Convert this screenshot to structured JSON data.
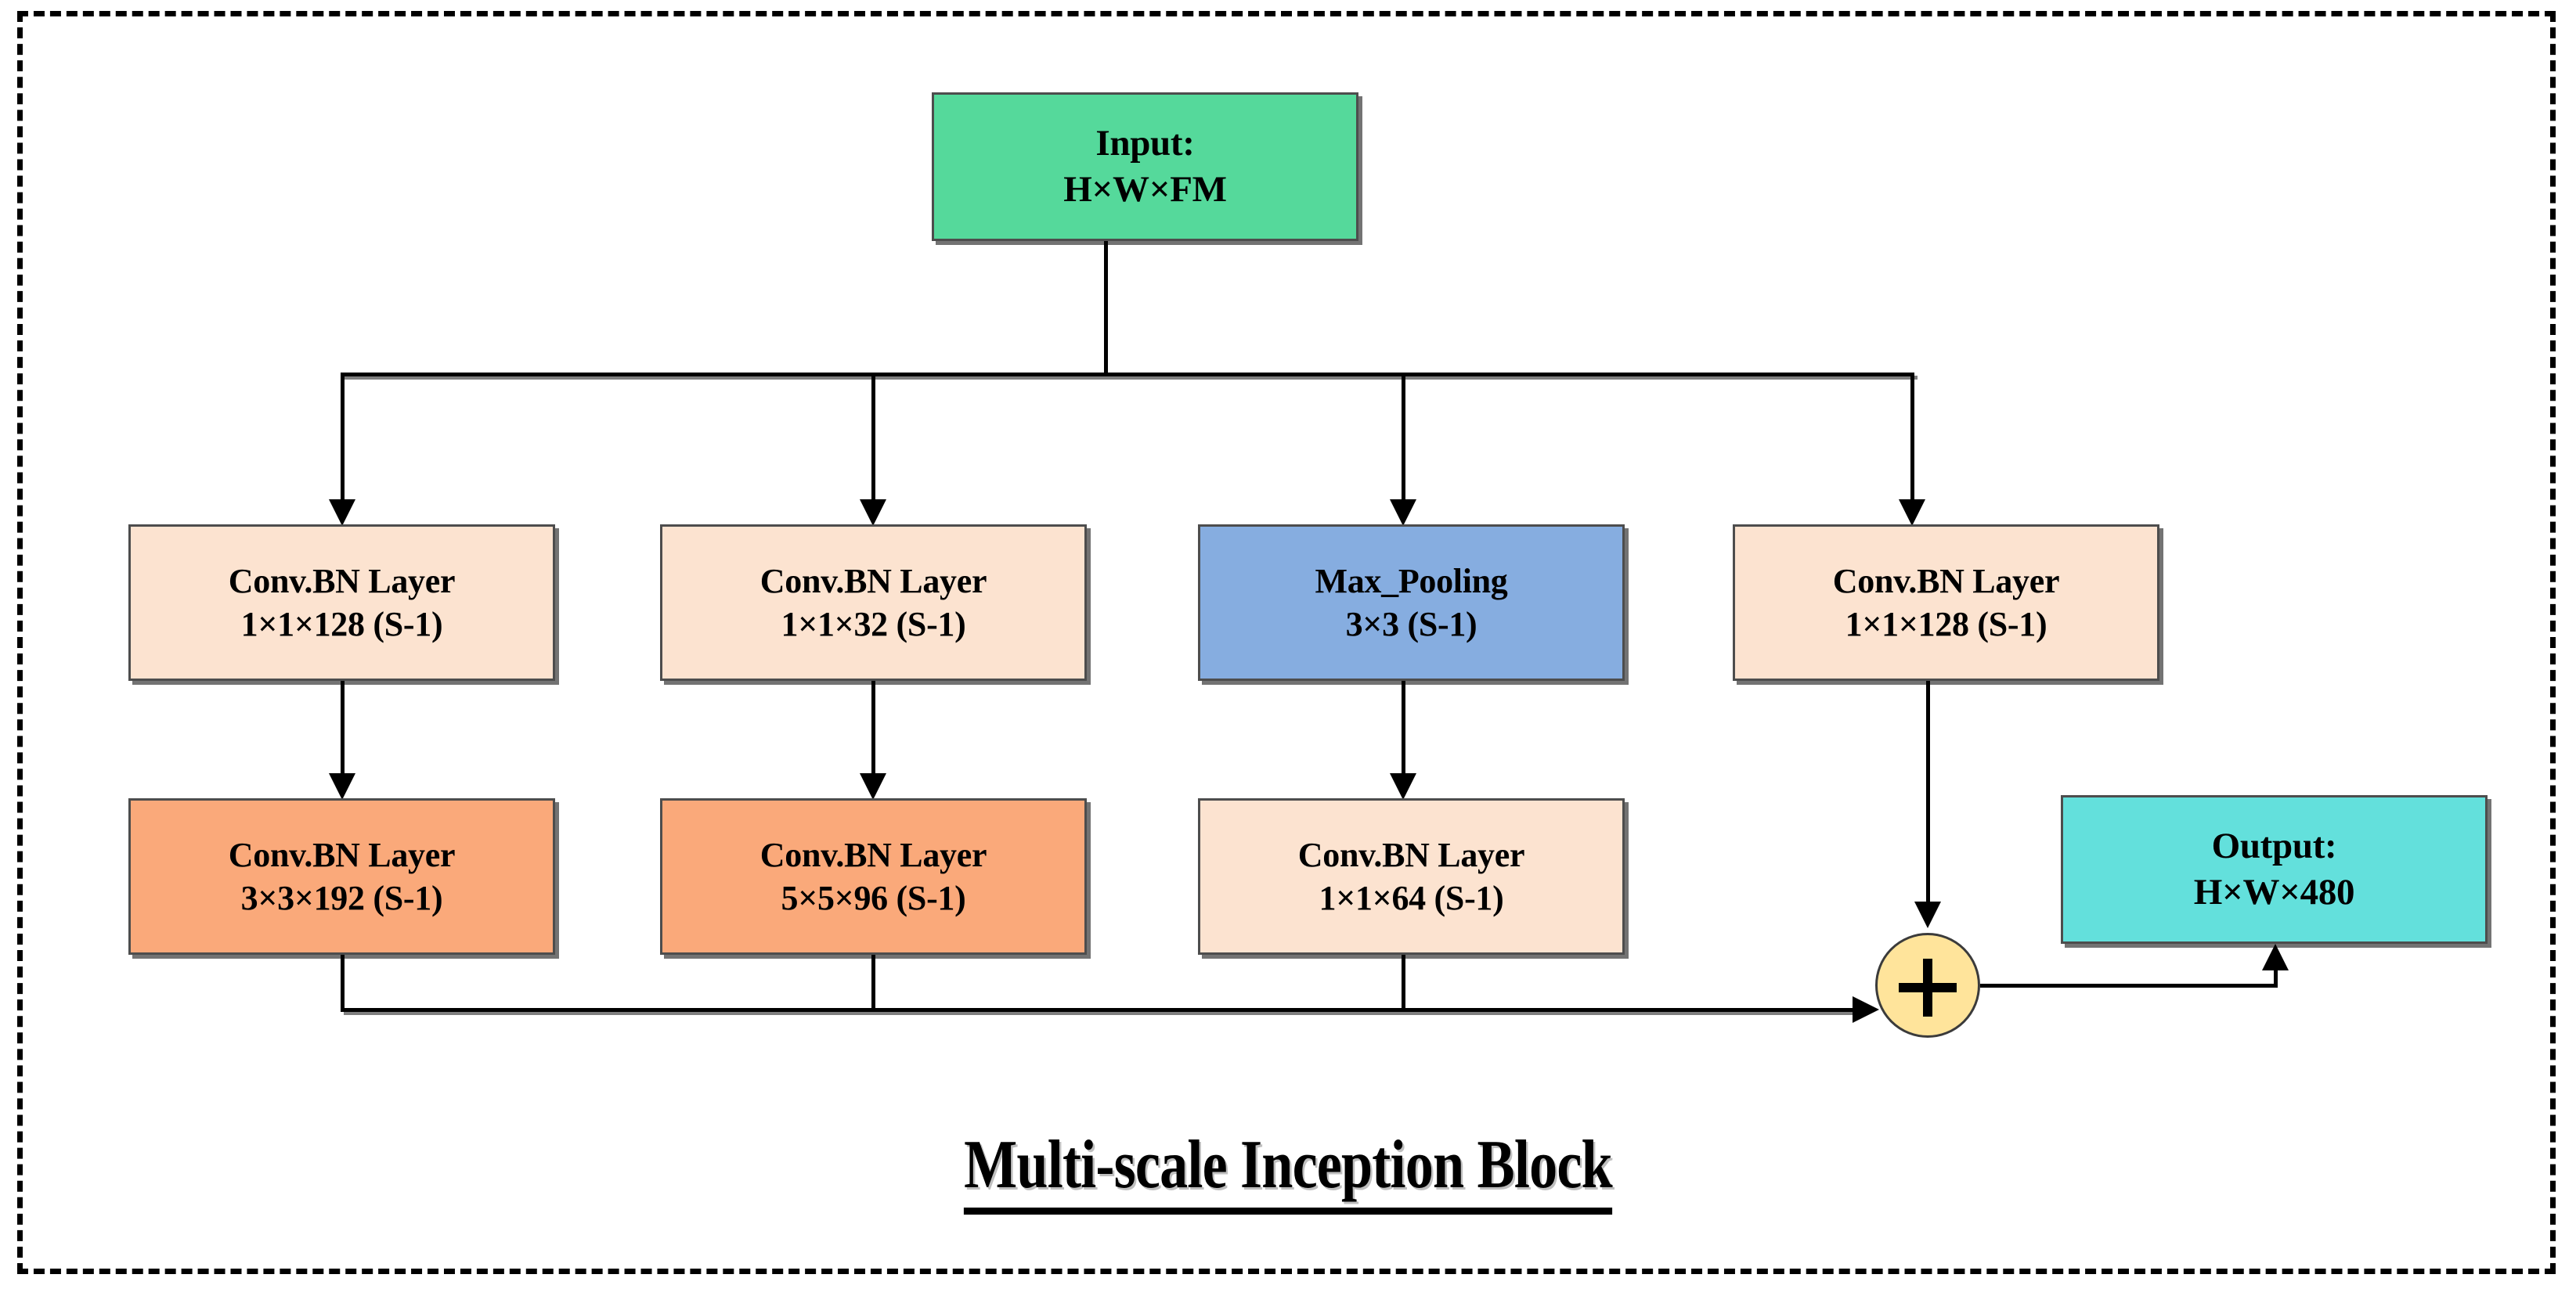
{
  "diagram": {
    "title": "Multi-scale Inception Block",
    "frame_style": "dashed",
    "colors": {
      "input_fill": "#55D99B",
      "output_fill": "#63E0DC",
      "conv_light_fill": "#FCE3D0",
      "conv_dark_fill": "#FAA97A",
      "pool_fill": "#86ADE0",
      "sum_fill": "#FFE49B",
      "edge": "#000000",
      "node_border": "#4D4D4D"
    },
    "input": {
      "line1": "Input:",
      "line2": "H×W×FM"
    },
    "output": {
      "line1": "Output:",
      "line2": "H×W×480"
    },
    "sum": {
      "symbol": "+",
      "name": "concatenate-add"
    },
    "branches": [
      {
        "id": "branch-1",
        "row1": {
          "line1": "Conv.BN Layer",
          "line2": "1×1×128 (S-1)",
          "style": "conv-light"
        },
        "row2": {
          "line1": "Conv.BN Layer",
          "line2": "3×3×192 (S-1)",
          "style": "conv-dark"
        }
      },
      {
        "id": "branch-2",
        "row1": {
          "line1": "Conv.BN Layer",
          "line2": "1×1×32 (S-1)",
          "style": "conv-light"
        },
        "row2": {
          "line1": "Conv.BN Layer",
          "line2": "5×5×96 (S-1)",
          "style": "conv-dark"
        }
      },
      {
        "id": "branch-3",
        "row1": {
          "line1": "Max_Pooling",
          "line2": "3×3 (S-1)",
          "style": "pool"
        },
        "row2": {
          "line1": "Conv.BN Layer",
          "line2": "1×1×64 (S-1)",
          "style": "conv-light"
        }
      },
      {
        "id": "branch-4",
        "row1": {
          "line1": "Conv.BN Layer",
          "line2": "1×1×128 (S-1)",
          "style": "conv-light"
        },
        "row2": null
      }
    ]
  }
}
